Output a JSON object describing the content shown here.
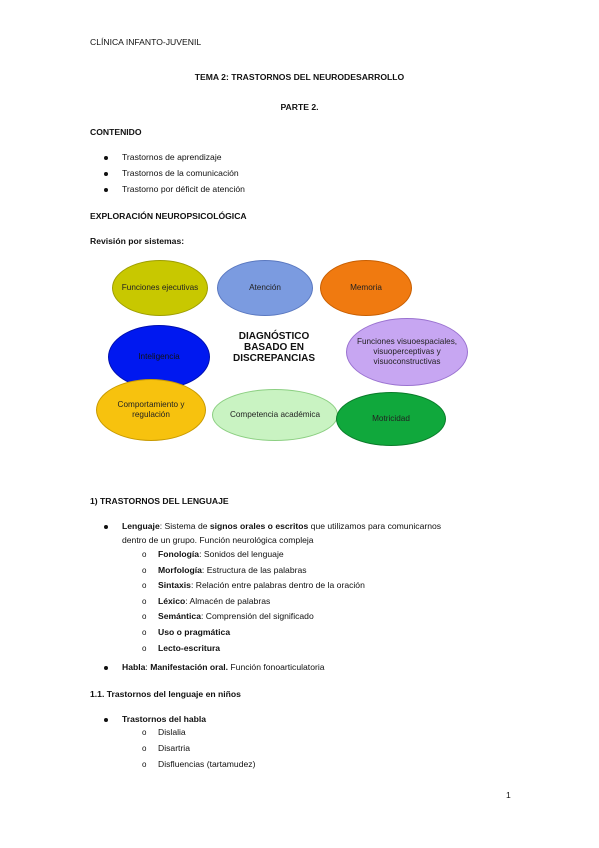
{
  "header": "CLÍNICA INFANTO-JUVENIL",
  "title": "TEMA 2: TRASTORNOS DEL NEURODESARROLLO",
  "subtitle": "PARTE 2.",
  "contenido": {
    "heading": "CONTENIDO",
    "items": [
      "Trastornos de aprendizaje",
      "Trastornos de la comunicación",
      "Trastorno por déficit de atención"
    ]
  },
  "exploracion": {
    "heading": "EXPLORACIÓN NEUROPSICOLÓGICA",
    "sub": "Revisión por sistemas:"
  },
  "diagram": {
    "center": "DIAGNÓSTICO BASADO EN DISCREPANCIAS",
    "funciones_ejecutivas": "Funciones ejecutivas",
    "atencion": "Atención",
    "memoria": "Memoria",
    "inteligencia": "Inteligencia",
    "visuoespaciales": "Funciones visuoespaciales, visuoperceptivas y visuoconstructivas",
    "comportamiento": "Comportamiento y regulación",
    "competencia": "Competencia académica",
    "motricidad": "Motricidad",
    "colors": {
      "funciones_ejecutivas": "#c8c800",
      "atencion": "#7b9be0",
      "memoria": "#f07a10",
      "inteligencia": "#0018f0",
      "visuoespaciales": "#c7a6f2",
      "comportamiento": "#f7c20e",
      "competencia": "#c9f3c2",
      "motricidad": "#10a83c"
    }
  },
  "section1": {
    "heading": "1) TRASTORNOS DEL LENGUAJE",
    "lenguaje_term": "Lenguaje",
    "lenguaje_text1": ": Sistema de ",
    "lenguaje_bold": "signos orales o escritos",
    "lenguaje_text2": " que utilizamos para comunicarnos",
    "lenguaje_line2": "dentro de un grupo. Función neurológica compleja",
    "subitems": [
      {
        "term": "Fonología",
        "desc": ": Sonidos del lenguaje"
      },
      {
        "term": "Morfología",
        "desc": ": Estructura de las palabras"
      },
      {
        "term": "Sintaxis",
        "desc": ": Relación entre palabras dentro de la oración"
      },
      {
        "term": "Léxico",
        "desc": ": Almacén de palabras"
      },
      {
        "term": "Semántica",
        "desc": ": Comprensión del significado"
      },
      {
        "term": "Uso o pragmática",
        "desc": ""
      },
      {
        "term": "Lecto-escritura",
        "desc": ""
      }
    ],
    "habla_term": "Habla",
    "habla_text": ": ",
    "habla_bold": "Manifestación oral.",
    "habla_rest": " Función fonoarticulatoria"
  },
  "section11": {
    "heading": "1.1. Trastornos del lenguaje en niños",
    "bullet": "Trastornos del habla",
    "subitems": [
      "Dislalia",
      "Disartria",
      "Disfluencias (tartamudez)"
    ]
  },
  "page_number": "1"
}
